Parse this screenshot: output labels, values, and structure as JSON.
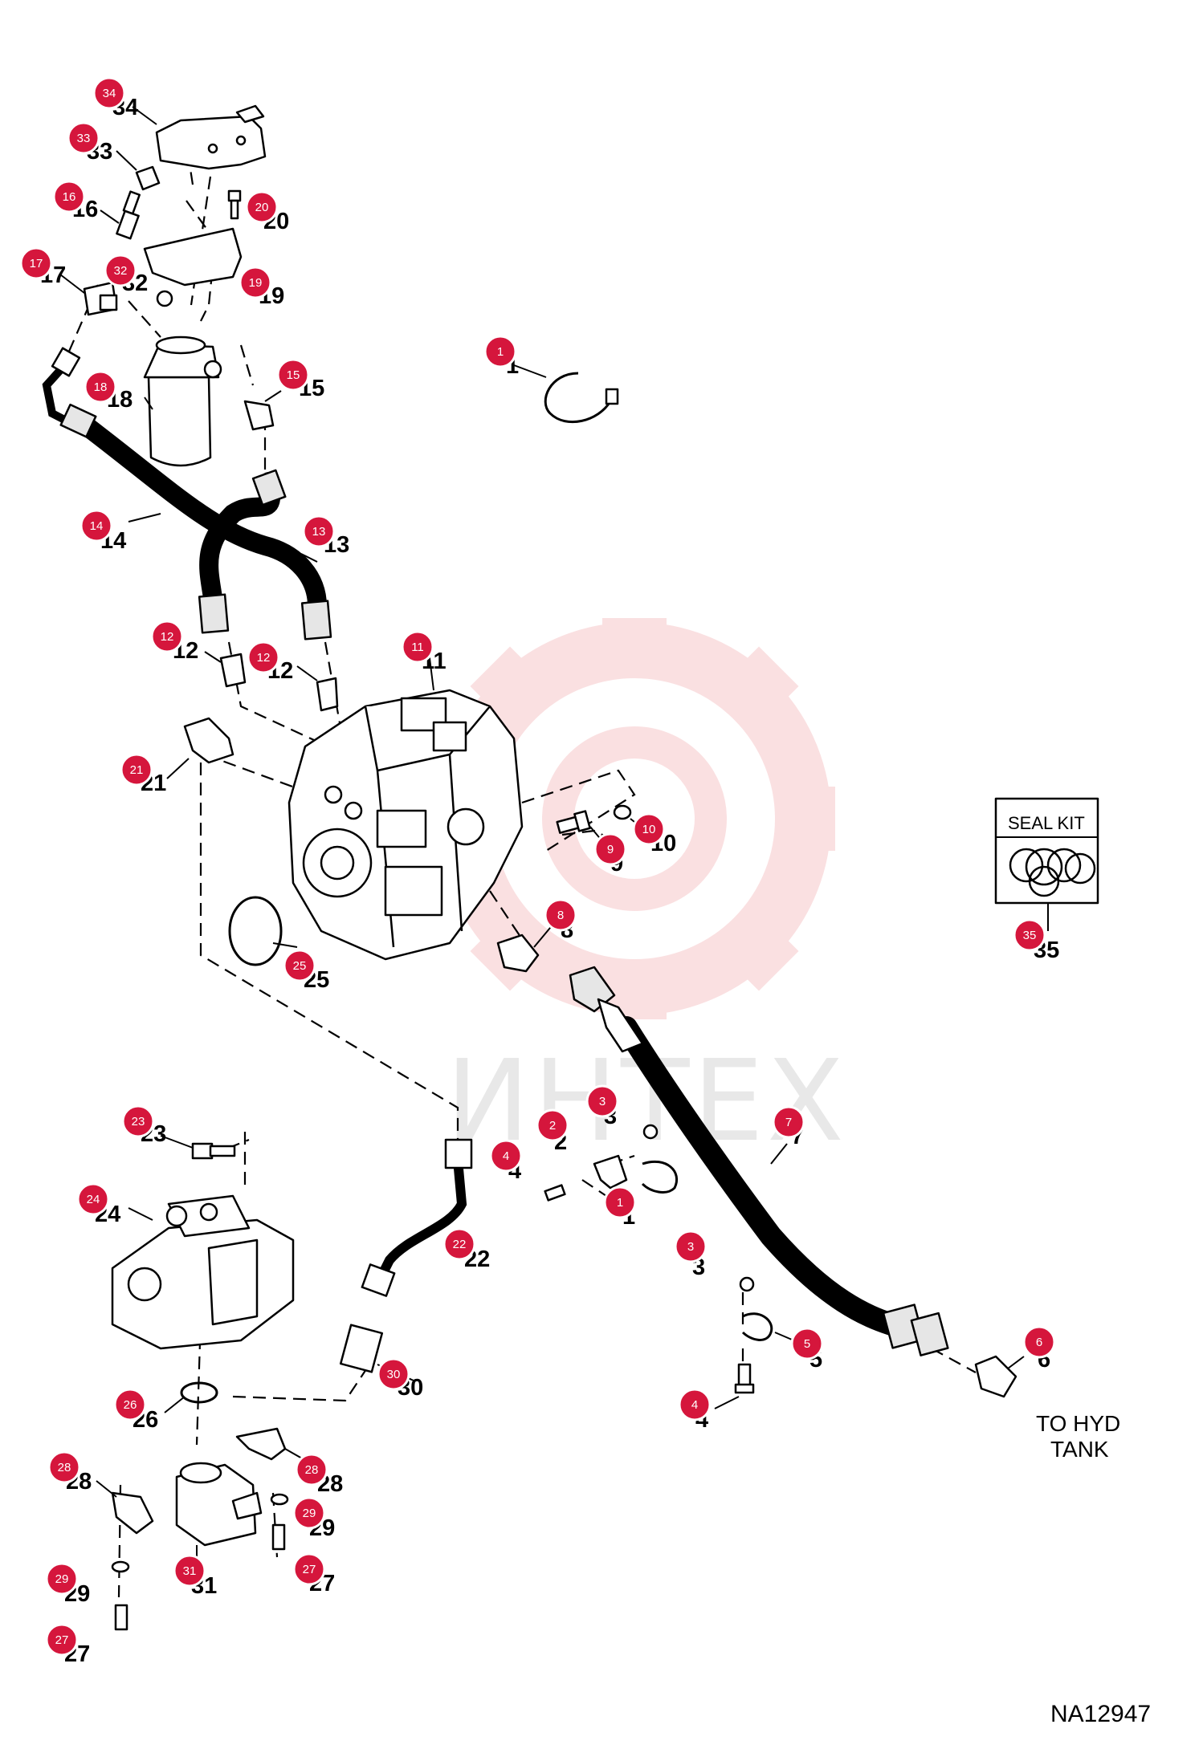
{
  "drawing_code": "NA12947",
  "seal_kit_label": "SEAL KIT",
  "tank_note": [
    "TO HYD",
    "TANK"
  ],
  "watermark": "ИНТЕХ",
  "colors": {
    "badge": "#d5163c",
    "watermark_gear": "#f7c7c9",
    "hose": "#111111"
  },
  "callouts": [
    {
      "n": "34"
    },
    {
      "n": "33"
    },
    {
      "n": "16"
    },
    {
      "n": "20"
    },
    {
      "n": "17"
    },
    {
      "n": "32"
    },
    {
      "n": "19"
    },
    {
      "n": "1"
    },
    {
      "n": "18"
    },
    {
      "n": "15"
    },
    {
      "n": "14"
    },
    {
      "n": "13"
    },
    {
      "n": "12"
    },
    {
      "n": "12"
    },
    {
      "n": "11"
    },
    {
      "n": "21"
    },
    {
      "n": "10"
    },
    {
      "n": "9"
    },
    {
      "n": "8"
    },
    {
      "n": "25"
    },
    {
      "n": "35"
    },
    {
      "n": "3"
    },
    {
      "n": "2"
    },
    {
      "n": "7"
    },
    {
      "n": "4"
    },
    {
      "n": "1"
    },
    {
      "n": "23"
    },
    {
      "n": "24"
    },
    {
      "n": "22"
    },
    {
      "n": "3"
    },
    {
      "n": "5"
    },
    {
      "n": "6"
    },
    {
      "n": "30"
    },
    {
      "n": "4"
    },
    {
      "n": "26"
    },
    {
      "n": "28"
    },
    {
      "n": "28"
    },
    {
      "n": "29"
    },
    {
      "n": "27"
    },
    {
      "n": "31"
    },
    {
      "n": "29"
    },
    {
      "n": "27"
    }
  ]
}
